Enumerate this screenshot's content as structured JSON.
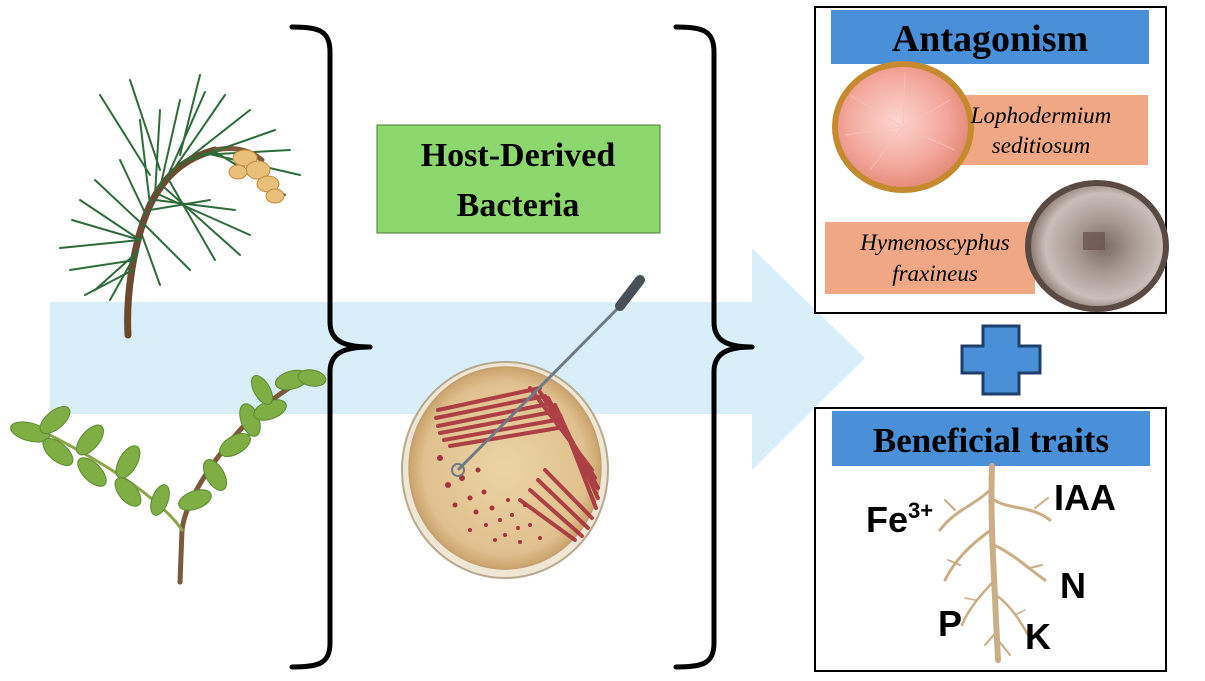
{
  "center": {
    "label_line1": "Host-Derived",
    "label_line2": "Bacteria"
  },
  "antagonism": {
    "title": "Antagonism",
    "pathogen1_line1": "Lophodermium",
    "pathogen1_line2": "seditiosum",
    "pathogen2_line1": "Hymenoscyphus",
    "pathogen2_line2": "fraxineus"
  },
  "plus_symbol": "+",
  "beneficial": {
    "title": "Beneficial traits",
    "fe": "Fe",
    "fe_sup": "3+",
    "iaa": "IAA",
    "n": "N",
    "p": "P",
    "k": "K"
  },
  "colors": {
    "title_blue": "#4a90d9",
    "label_green": "#8dd86e",
    "pathogen_salmon": "#f0a884",
    "arrow_lightblue": "#d8eef9"
  }
}
